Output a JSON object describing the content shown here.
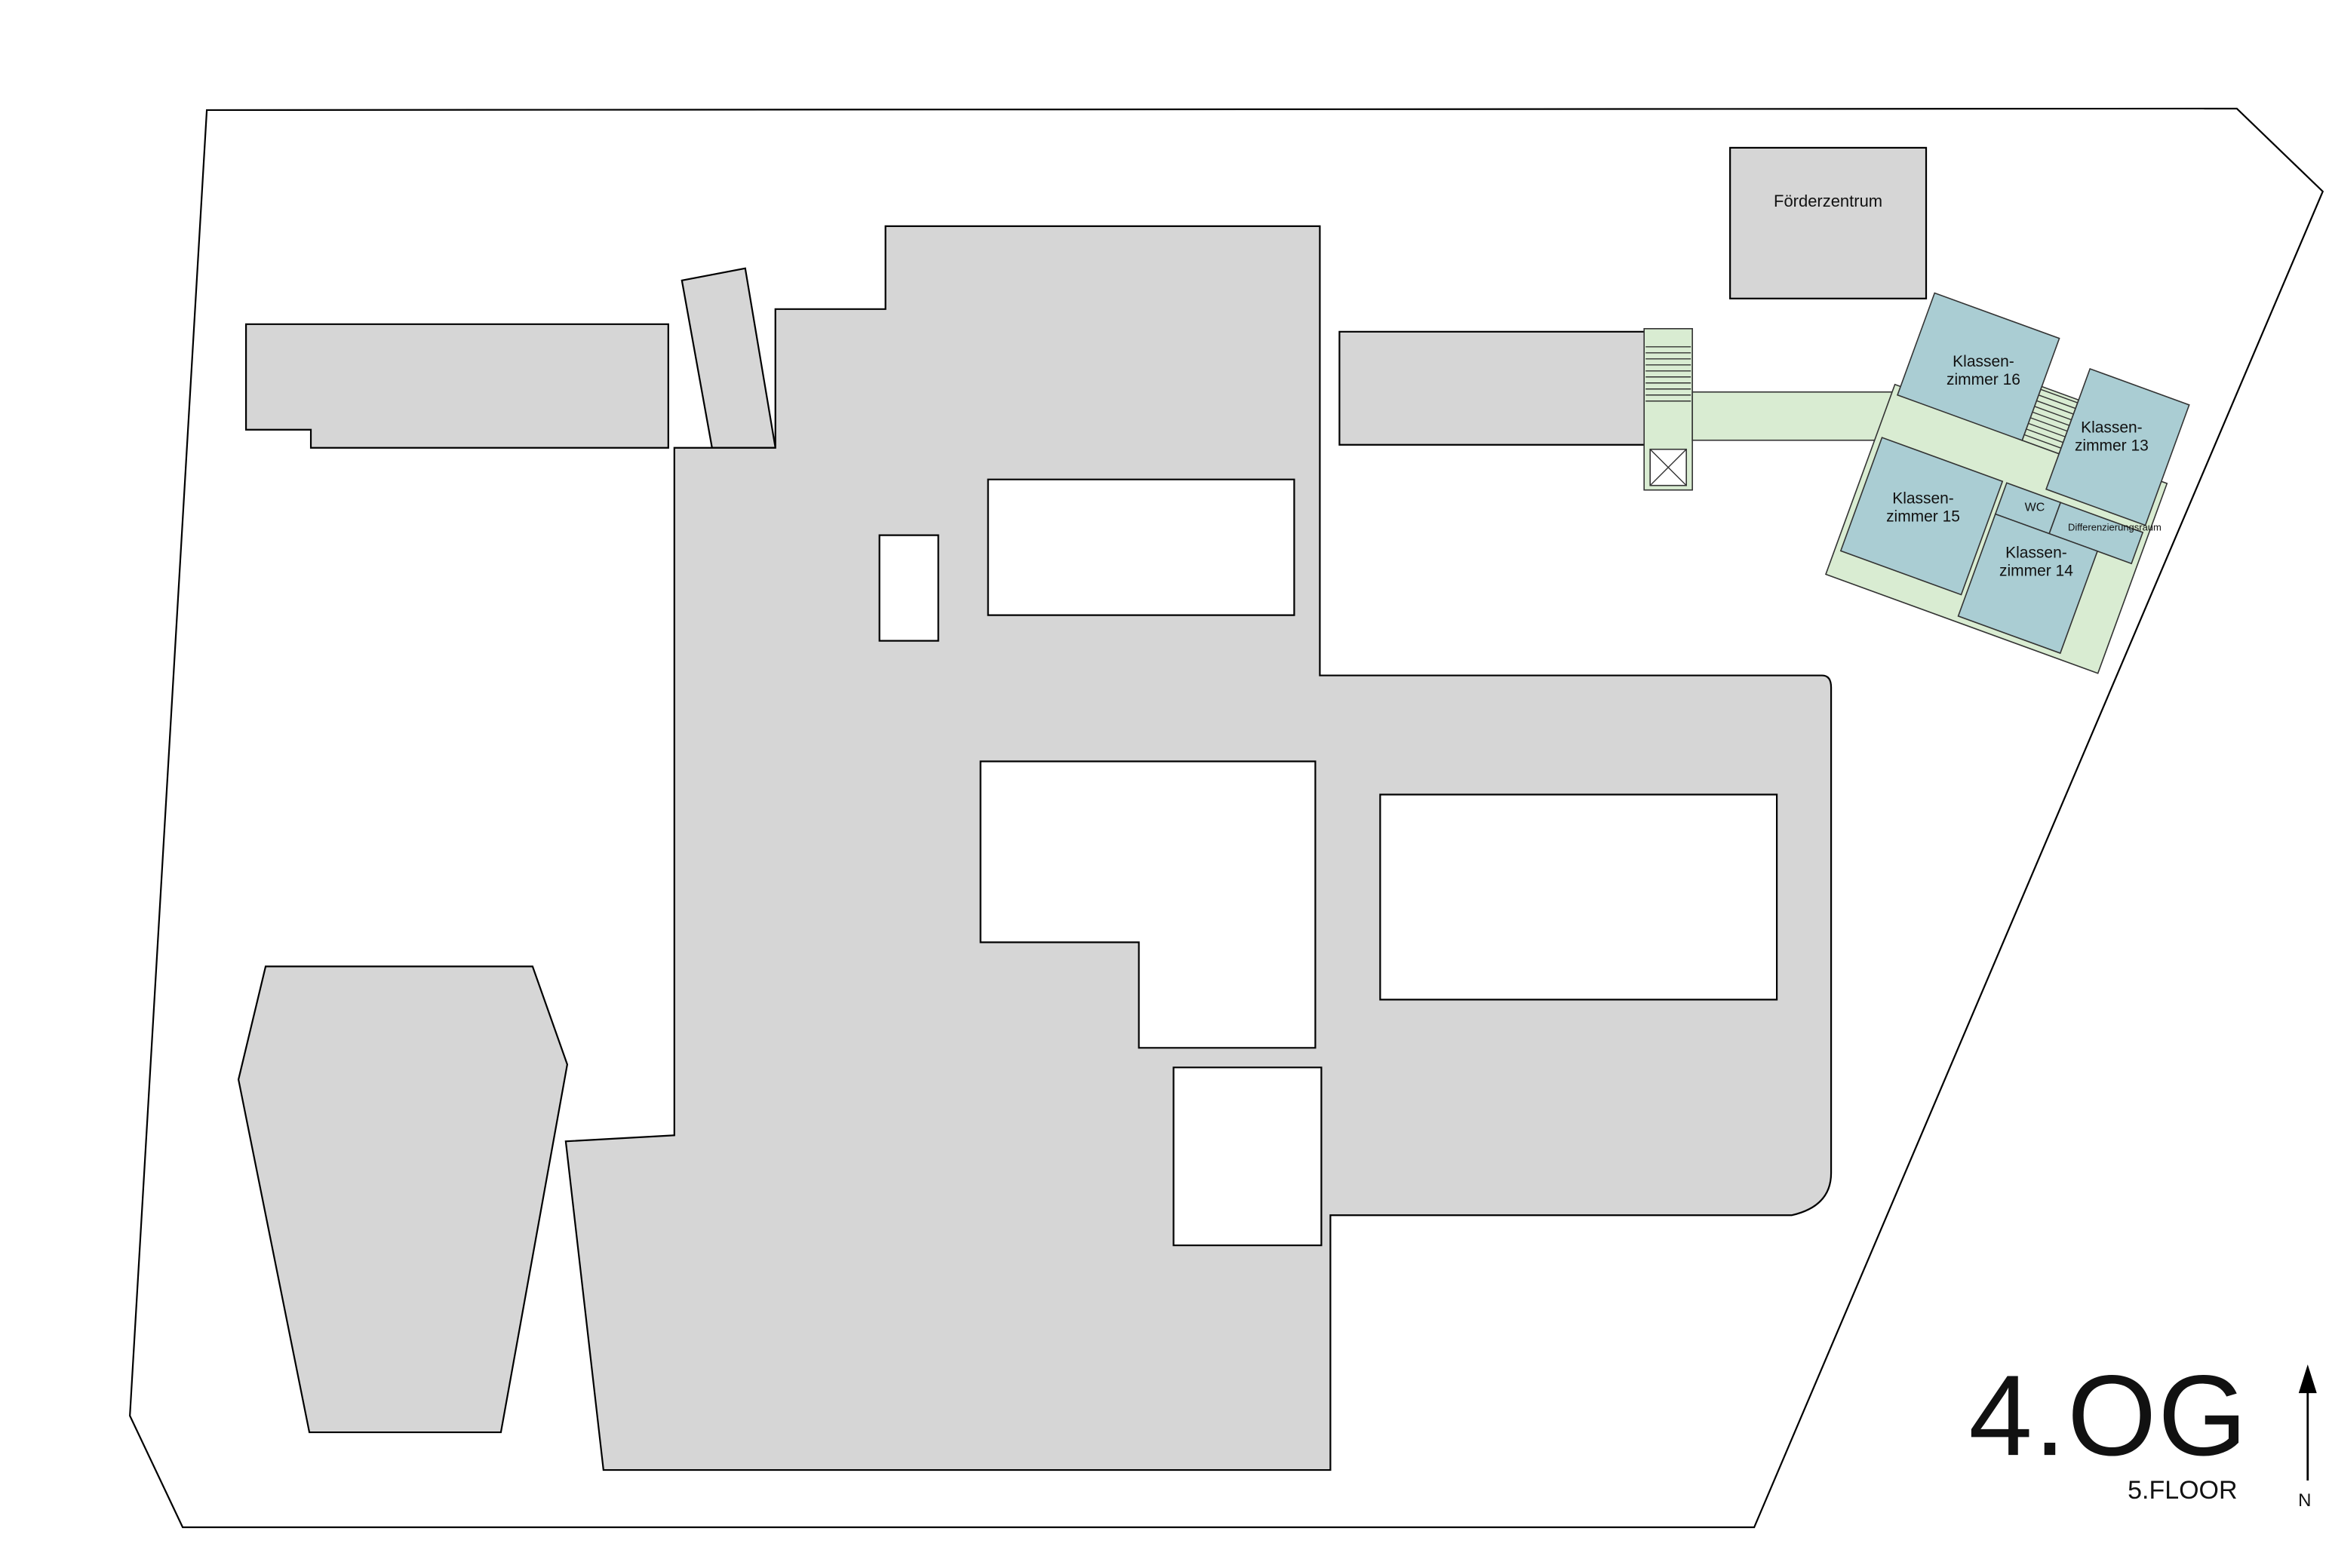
{
  "meta": {
    "floor_label": "4.OG",
    "floor_sub": "5.FLOOR",
    "north_label": "N"
  },
  "rooms": {
    "foerderzentrum": "Förderzentrum",
    "k16_l1": "Klassen-",
    "k16_l2": "zimmer 16",
    "k13_l1": "Klassen-",
    "k13_l2": "zimmer 13",
    "k15_l1": "Klassen-",
    "k15_l2": "zimmer 15",
    "k14_l1": "Klassen-",
    "k14_l2": "zimmer 14",
    "wc": "WC",
    "diff": "Differenzierungsraum"
  },
  "colors": {
    "background": "#ffffff",
    "building": "#d6d6d6",
    "corridor": "#d9ecd2",
    "room": "#aacdd3",
    "outline": "#000000"
  }
}
